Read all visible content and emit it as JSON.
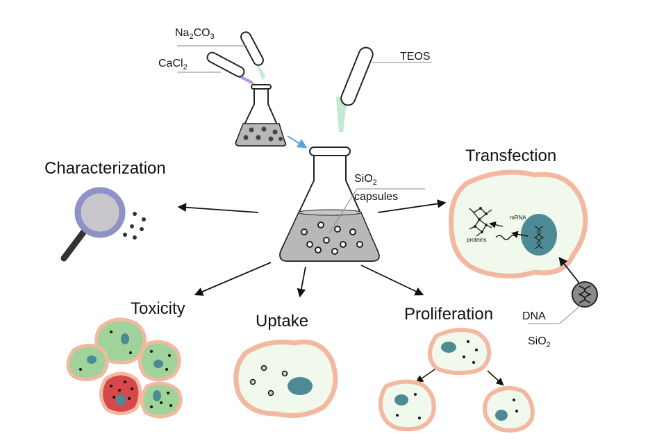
{
  "labels": {
    "na2co3_main": "Na",
    "na2co3_sub1": "2",
    "na2co3_mid": "CO",
    "na2co3_sub2": "3",
    "cacl2_main": "CaCl",
    "cacl2_sub": "2",
    "teos": "TEOS",
    "sio2_main": "SiO",
    "sio2_sub": "2",
    "capsules": "capsules",
    "characterization": "Characterization",
    "transfection": "Transfection",
    "mrna": "mRNA",
    "proteins": "proteins",
    "dna": "DNA",
    "sio2b_main": "SiO",
    "sio2b_sub": "2",
    "toxicity": "Toxicity",
    "uptake": "Uptake",
    "proliferation": "Proliferation"
  },
  "colors": {
    "cell_border": "#f2b8a0",
    "cell_fill": "#f1f8ec",
    "nucleus": "#4e8a96",
    "toxic_green": "#9fd39a",
    "toxic_red": "#d6484a",
    "liquid": "#b8b8b8",
    "magnifier_ring": "#8e92c8",
    "arrow_blue": "#5aa6d8",
    "teos_drop": "#bfe8cf",
    "cacl2_drop": "#a98ad6"
  }
}
